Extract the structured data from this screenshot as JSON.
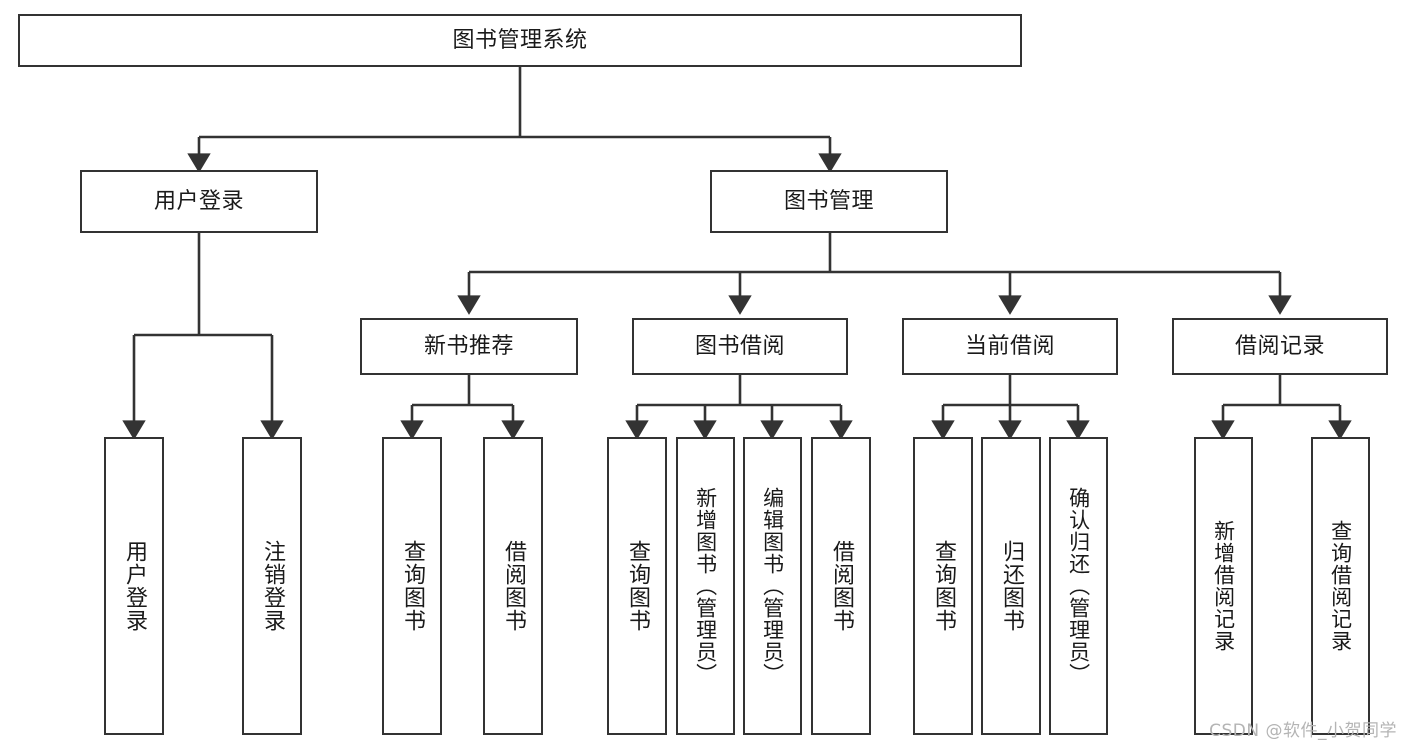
{
  "diagram": {
    "type": "tree-hierarchy-chart",
    "title": "图书管理系统",
    "orientation": "top-down",
    "stroke_color": "#333333",
    "background_color": "#ffffff",
    "levels": 4
  },
  "root": {
    "label": "图书管理系统"
  },
  "level2": [
    {
      "label": "用户登录"
    },
    {
      "label": "图书管理"
    }
  ],
  "level3": [
    {
      "label": "新书推荐"
    },
    {
      "label": "图书借阅"
    },
    {
      "label": "当前借阅"
    },
    {
      "label": "借阅记录"
    }
  ],
  "leaves": {
    "user_login": [
      {
        "label": "用户登录"
      },
      {
        "label": "注销登录"
      }
    ],
    "new_book_recommend": [
      {
        "label": "查询图书"
      },
      {
        "label": "借阅图书"
      }
    ],
    "book_borrow": [
      {
        "label": "查询图书"
      },
      {
        "label": "新增图书（管理员）"
      },
      {
        "label": "编辑图书（管理员）"
      },
      {
        "label": "借阅图书"
      }
    ],
    "current_borrow": [
      {
        "label": "查询图书"
      },
      {
        "label": "归还图书"
      },
      {
        "label": "确认归还（管理员）"
      }
    ],
    "borrow_record": [
      {
        "label": "新增借阅记录"
      },
      {
        "label": "查询借阅记录"
      }
    ]
  },
  "watermark": {
    "text": "CSDN @软件_小贺同学"
  }
}
